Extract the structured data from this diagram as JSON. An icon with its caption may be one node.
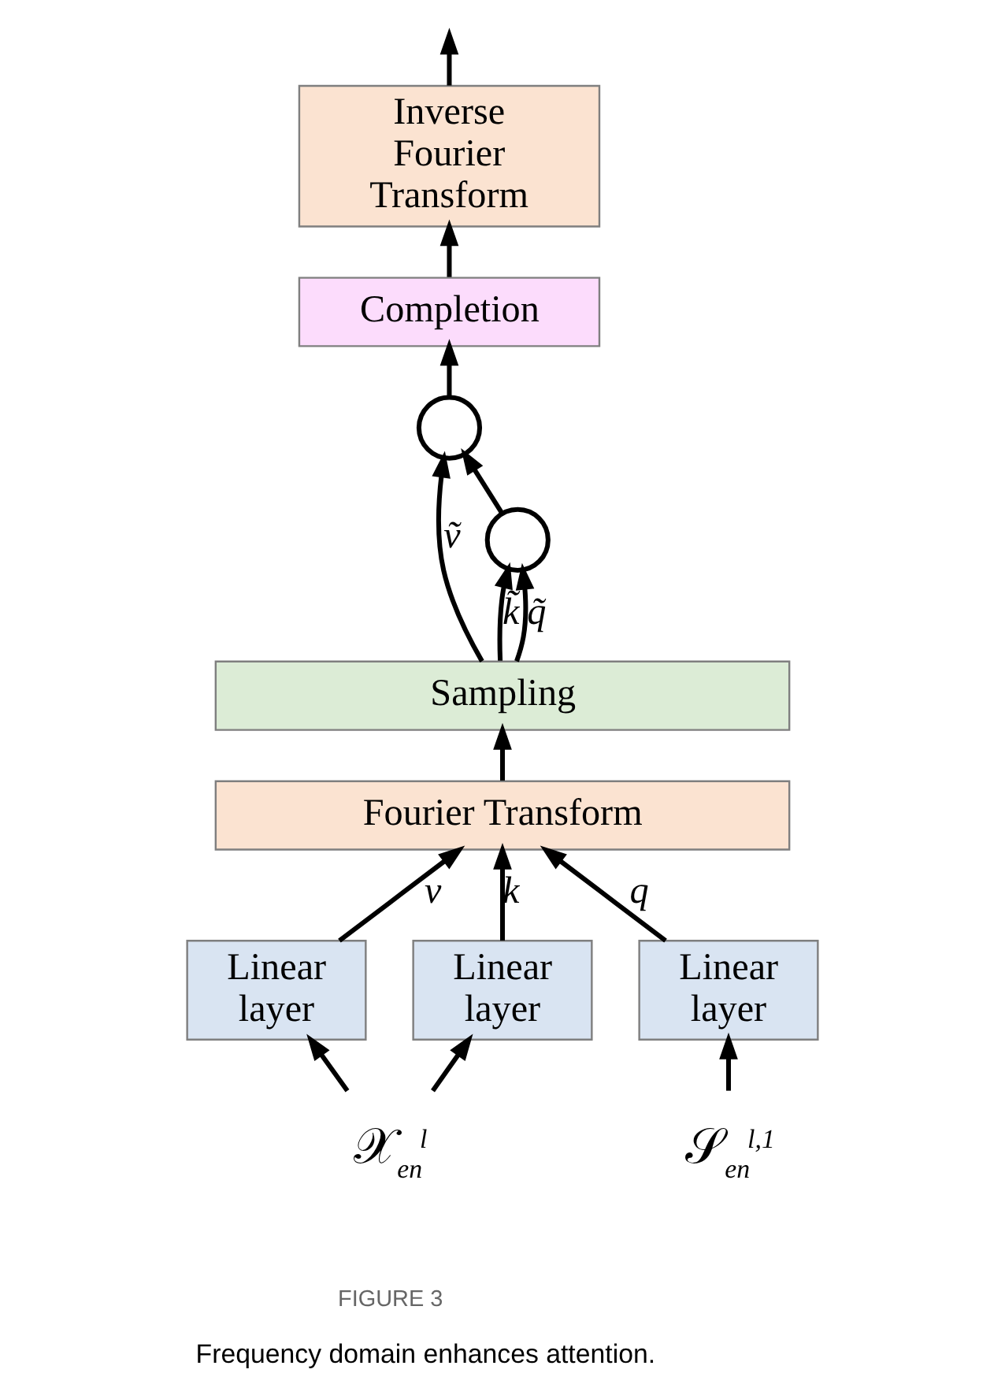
{
  "diagram": {
    "caption": "Frequency domain enhances attention.",
    "nodes": [
      {
        "text": [
          "Inverse Fourier Transform"
        ]
      },
      {
        "text": [
          "Completion"
        ]
      },
      {
        "text": [],
        "shape": "circle"
      },
      {
        "text": [],
        "shape": "circle"
      },
      {
        "text": [
          "Sampling"
        ]
      },
      {
        "text": [
          "Fourier Transform"
        ]
      },
      {
        "text": [
          "Linear layer"
        ]
      },
      {
        "text": [
          "Linear layer"
        ]
      },
      {
        "text": [
          "Linear layer"
        ]
      },
      {
        "text": [
          "𝒳$_{en}$$^{l}$"
        ]
      },
      {
        "text": [
          "𝒮$_{en}$$^{l,1}$"
        ]
      }
    ],
    "edges": [
      {
        "from": 0,
        "to": null,
        "arrow": "to"
      },
      {
        "from": 1,
        "to": 0,
        "arrow": "to"
      },
      {
        "from": 2,
        "to": 1,
        "arrow": "to"
      },
      {
        "from": 4,
        "to": 2,
        "arrow": "to",
        "label": "ṽ"
      },
      {
        "from": 3,
        "to": 2,
        "arrow": "to"
      },
      {
        "from": 4,
        "to": 3,
        "arrow": "to",
        "label": "k̃"
      },
      {
        "from": 4,
        "to": 3,
        "arrow": "to",
        "label": "q̃"
      },
      {
        "from": 5,
        "to": 4,
        "arrow": "to"
      },
      {
        "from": 6,
        "to": 5,
        "arrow": "to",
        "label": "v"
      },
      {
        "from": 7,
        "to": 5,
        "arrow": "to",
        "label": "k"
      },
      {
        "from": 8,
        "to": 5,
        "arrow": "to",
        "label": "q"
      },
      {
        "from": 9,
        "to": 6,
        "arrow": "to"
      },
      {
        "from": 9,
        "to": 7,
        "arrow": "to"
      },
      {
        "from": 10,
        "to": 8,
        "arrow": "to"
      }
    ],
    "labels": [
      "FIGURE 3"
    ]
  }
}
